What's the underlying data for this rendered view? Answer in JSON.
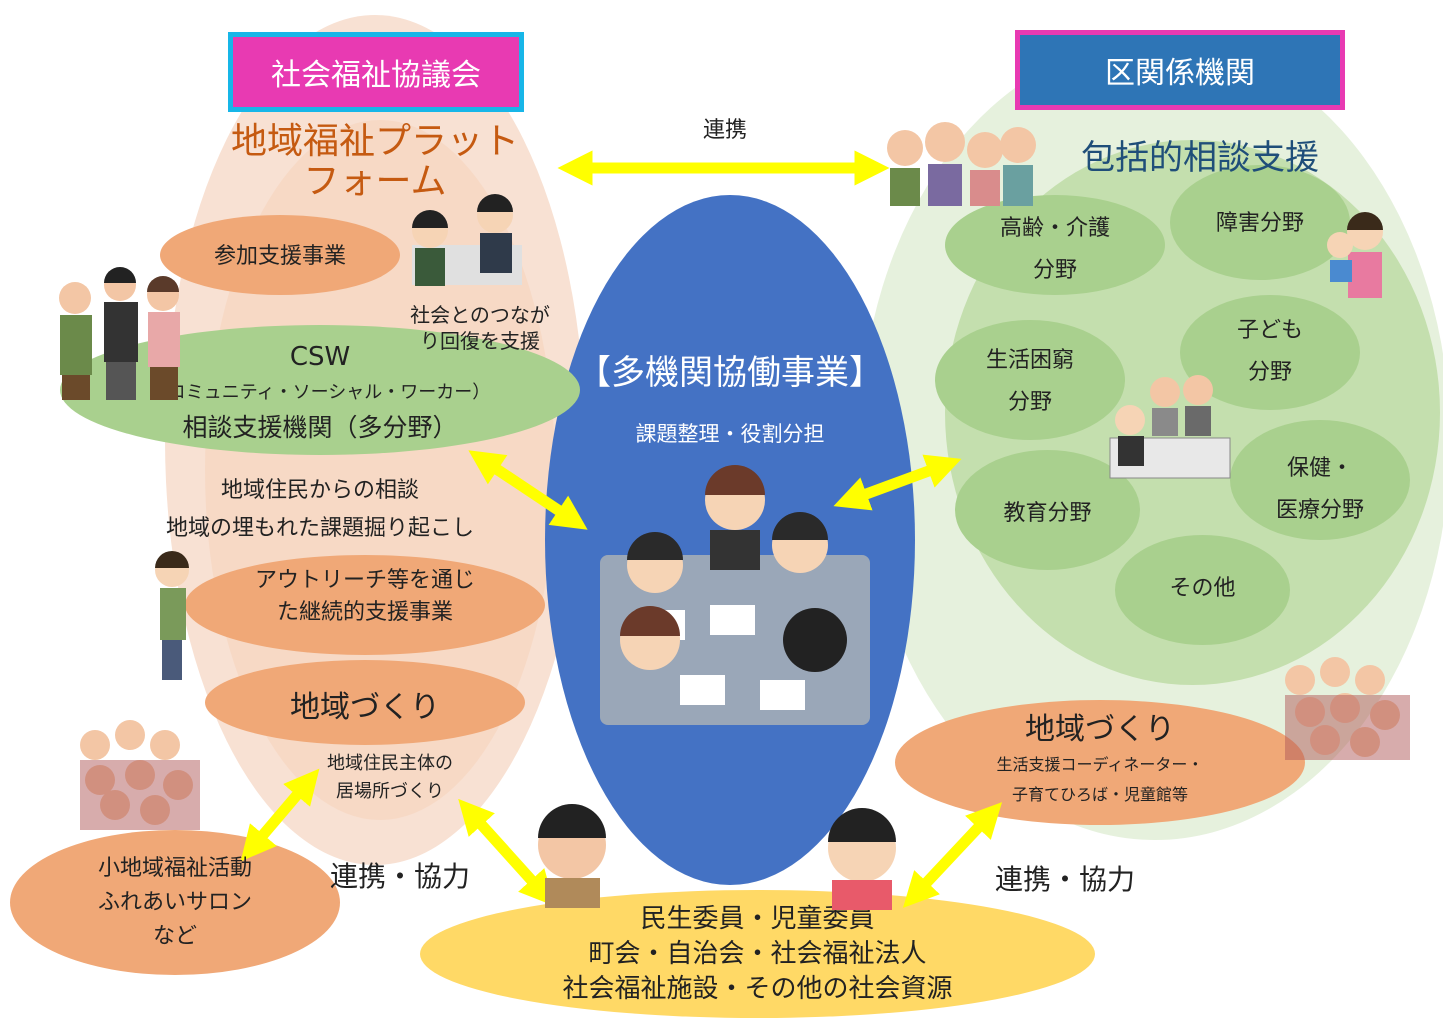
{
  "council": {
    "header": "社会福祉協議会",
    "platform_line1": "地域福祉プラット",
    "platform_line2": "フォーム",
    "participation": "参加支援事業",
    "society_support_line1": "社会とのつなが",
    "society_support_line2": "り回復を支援",
    "csw_title": "CSW",
    "csw_sub": "（コミュニティ・ソーシャル・ワーカー）",
    "csw_agency": "相談支援機関（多分野）",
    "consult_line1": "地域住民からの相談",
    "consult_line2": "地域の埋もれた課題掘り起こし",
    "outreach_line1": "アウトリーチ等を通じ",
    "outreach_line2": "た継続的支援事業",
    "community": "地域づくり",
    "place_line1": "地域住民主体の",
    "place_line2": "居場所づくり",
    "small_area_line1": "小地域福祉活動",
    "small_area_line2": "ふれあいサロン",
    "small_area_line3": "など"
  },
  "ward": {
    "header": "区関係機関",
    "comprehensive": "包括的相談支援",
    "elderly_line1": "高齢・介護",
    "elderly_line2": "分野",
    "disability": "障害分野",
    "child_line1": "子ども",
    "child_line2": "分野",
    "poverty_line1": "生活困窮",
    "poverty_line2": "分野",
    "health_line1": "保健・",
    "health_line2": "医療分野",
    "education": "教育分野",
    "other": "その他",
    "community": "地域づくり",
    "community_sub1": "生活支援コーディネーター・",
    "community_sub2": "子育てひろば・児童館等"
  },
  "center": {
    "title": "【多機関協働事業】",
    "subtitle": "課題整理・役割分担"
  },
  "links": {
    "top": "連携",
    "left": "連携・協力",
    "right": "連携・協力"
  },
  "resources": {
    "line1": "民生委員・児童委員",
    "line2": "町会・自治会・社会福祉法人",
    "line3": "社会福祉施設・その他の社会資源"
  },
  "colors": {
    "council_bg": "#f6ddd0",
    "council_inner": "#f3cdb6",
    "ward_bg": "#e2efd8",
    "ward_inner": "#bfdca8",
    "green_node": "#a9d08e",
    "orange_node": "#f0a877",
    "center_blue": "#4472c4",
    "resources_yellow": "#ffd966",
    "arrow_yellow": "#ffff00",
    "header_pink": "#e83ab2",
    "header_cyan": "#17b6e8",
    "header_blue": "#2e75b6",
    "brown_text": "#c55a11",
    "teal_text": "#1f4e79"
  }
}
